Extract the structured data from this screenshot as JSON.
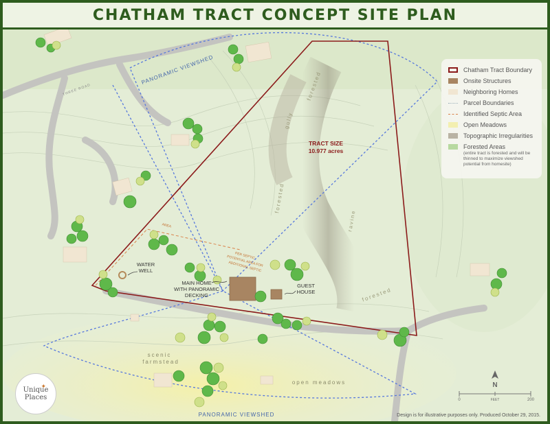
{
  "title": "CHATHAM TRACT CONCEPT SITE PLAN",
  "map_labels": {
    "tract_size_line1": "TRACT SIZE",
    "tract_size_line2": "10.977 acres",
    "panoramic_top": "PANORAMIC VIEWSHED",
    "panoramic_bottom": "PANORAMIC VIEWSHED",
    "forested_1": "forested",
    "forested_2": "forested",
    "forested_3": "forested",
    "gully": "gully",
    "ravine": "ravine",
    "water_well_1": "WATER",
    "water_well_2": "WELL",
    "main_home_1": "MAIN HOME",
    "main_home_2": "WITH PANORAMIC",
    "main_home_3": "DECKING",
    "guest_1": "GUEST",
    "guest_2": "HOUSE",
    "scenic_1": "scenic",
    "scenic_2": "farmstead",
    "open_meadows": "open meadows",
    "road": "THREE ROAD",
    "septic_1": "PER SEPTIC",
    "septic_2": "POTENTIAL AREA FOR",
    "septic_3": "ADDITIONAL SEPTIC",
    "area_label": "AREA"
  },
  "legend": {
    "items": [
      {
        "label": "Chatham Tract Boundary",
        "kind": "boundary"
      },
      {
        "label": "Onsite Structures",
        "kind": "structure"
      },
      {
        "label": "Neighboring Homes",
        "kind": "neighbor"
      },
      {
        "label": "Parcel Boundaries",
        "kind": "parcel"
      },
      {
        "label": "Identified Septic Area",
        "kind": "septic"
      },
      {
        "label": "Open Meadows",
        "kind": "meadow"
      },
      {
        "label": "Topographic Irregularities",
        "kind": "topo"
      },
      {
        "label": "Forested Areas",
        "kind": "forest"
      }
    ],
    "note": "(entire tract is forested and will be thinned to maximize viewshed potential from homesite)"
  },
  "colors": {
    "boundary": "#8b1a1a",
    "structure": "#a88562",
    "neighbor": "#f1e6d2",
    "parcel": "#9ab0b8",
    "septic": "#d9824a",
    "meadow": "#f3efb0",
    "topo": "#b9b3a4",
    "forest": "#b7d9a0",
    "viewshed": "#5577dd",
    "title_green": "#2e5c1e"
  },
  "logo": {
    "line1": "Unique",
    "line2": "Places"
  },
  "north": "N",
  "scale": {
    "start": "0",
    "end": "200",
    "unit": "FEET"
  },
  "footnote": "Design is for illustrative purposes only.  Produced October 29, 2015."
}
